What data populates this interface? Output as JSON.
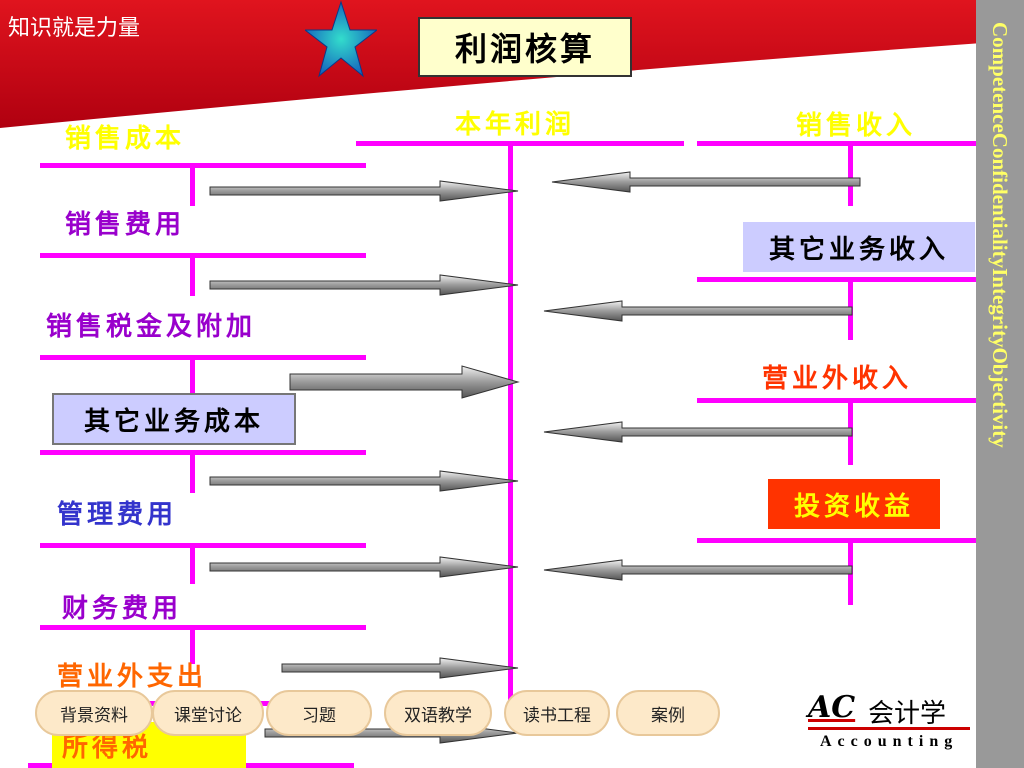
{
  "header": {
    "motto": "知识就是力量",
    "title": "利润核算"
  },
  "center": {
    "label": "本年利润"
  },
  "left_items": [
    {
      "label": "销售成本",
      "color": "#ffff00"
    },
    {
      "label": "销售费用",
      "color": "#9900cc"
    },
    {
      "label": "销售税金及附加",
      "color": "#9900cc"
    },
    {
      "label": "其它业务成本",
      "color": "#000000"
    },
    {
      "label": "管理费用",
      "color": "#3333cc"
    },
    {
      "label": "财务费用",
      "color": "#9900cc"
    },
    {
      "label": "营业外支出",
      "color": "#ff6600"
    },
    {
      "label": "所得税",
      "color": "#ff6600"
    }
  ],
  "right_items": [
    {
      "label": "销售收入",
      "color": "#ffff00"
    },
    {
      "label": "其它业务收入",
      "color": "#000000"
    },
    {
      "label": "营业外收入",
      "color": "#ff3300"
    },
    {
      "label": "投资收益",
      "color": "#ffff00"
    }
  ],
  "side_banner": "CompetenceConfidentialityIntegrityObjectivity",
  "nav_tabs": [
    "背景资料",
    "课堂讨论",
    "习题",
    "双语教学",
    "读书工程",
    "案例"
  ],
  "brand": {
    "logo": "AC",
    "name": "会计学",
    "subtitle": "Accounting"
  },
  "colors": {
    "header_red": "#cc0000",
    "magenta": "#ff00ff",
    "banner_gray": "#999999",
    "banner_text": "#ffff66"
  }
}
